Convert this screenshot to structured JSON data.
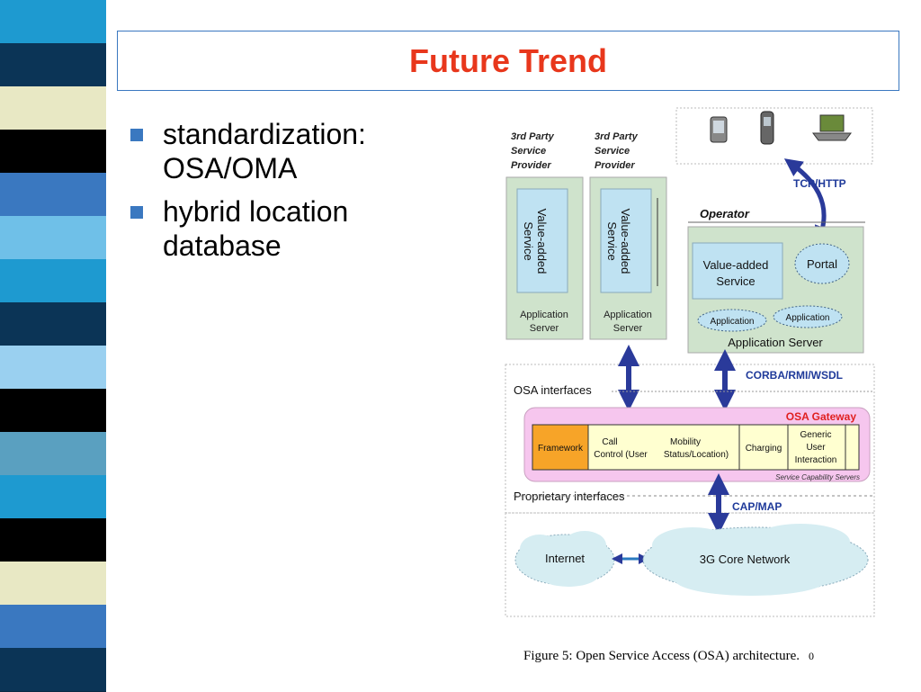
{
  "title": "Future Trend",
  "bullets": [
    {
      "line1": "standardization:",
      "line2": "OSA/OMA"
    },
    {
      "line1": "hybrid location",
      "line2": "database"
    }
  ],
  "diagram": {
    "third_party_1": [
      "3rd Party",
      "Service",
      "Provider"
    ],
    "third_party_2": [
      "3rd Party",
      "Service",
      "Provider"
    ],
    "value_added_vertical": [
      "Value-added",
      "Service"
    ],
    "app_server": [
      "Application",
      "Server"
    ],
    "tcp_http": "TCP/HTTP",
    "operator": "Operator",
    "operator_vas": [
      "Value-added",
      "Service"
    ],
    "portal": "Portal",
    "application": "Application",
    "operator_app_server": "Application Server",
    "corba": "CORBA/RMI/WSDL",
    "osa_interfaces": "OSA interfaces",
    "osa_gateway": "OSA Gateway",
    "framework": "Framework",
    "call_control": [
      "Call",
      "Control (User"
    ],
    "mobility": [
      "Mobility",
      "Status/Location)"
    ],
    "charging": "Charging",
    "generic_user": [
      "Generic",
      "User",
      "Interaction"
    ],
    "scs": "Service Capability Servers",
    "proprietary": "Proprietary interfaces",
    "cap_map": "CAP/MAP",
    "internet": "Internet",
    "core_network": "3G Core Network"
  },
  "caption": "Figure 5: Open Service Access (OSA) architecture.",
  "page_number": "0",
  "colors": {
    "title": "#e8371c",
    "bullet": "#3a78c0",
    "arrow": "#2a3a9a",
    "label_blue": "#1f3a9a",
    "gateway_red": "#e02020",
    "gateway_fill": "#f6c6ee",
    "framework_fill": "#f7a428",
    "box_fill": "#cfe3cc",
    "cloud_fill": "#d6edf2"
  }
}
